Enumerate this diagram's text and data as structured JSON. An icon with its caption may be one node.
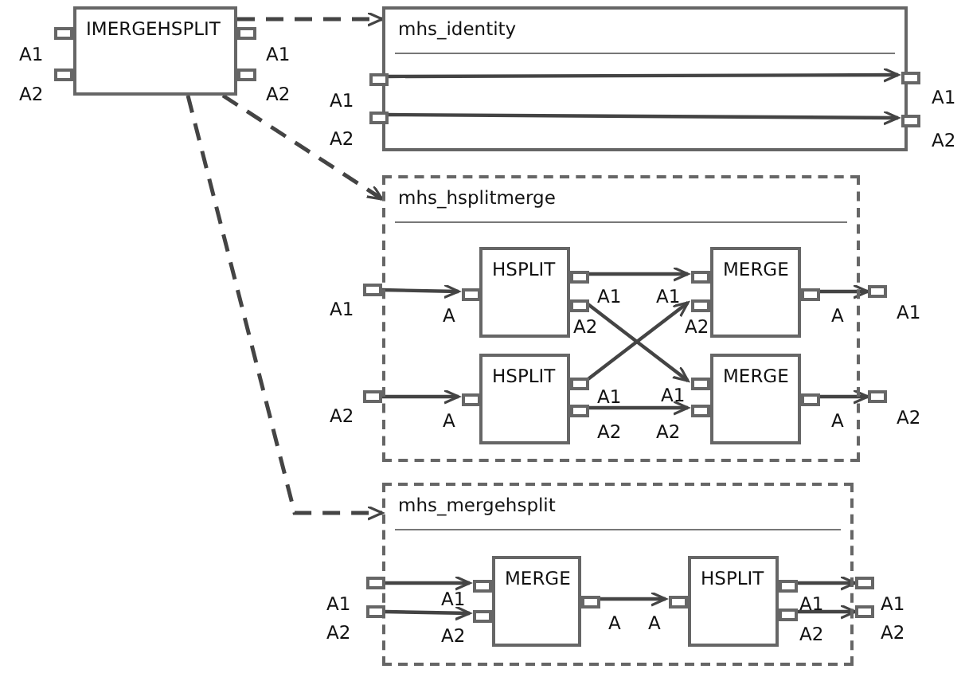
{
  "diagram": {
    "nodes": [
      {
        "text": [
          "IMERGEHSPLIT"
        ]
      },
      {
        "text": [],
        "shape": "box",
        "beside": [
          "A1"
        ]
      },
      {
        "text": [],
        "shape": "box",
        "beside": [
          "A2"
        ]
      },
      {
        "text": [],
        "shape": "box",
        "beside": [
          "A1"
        ]
      },
      {
        "text": [],
        "shape": "box",
        "beside": [
          "A2"
        ]
      },
      {
        "text": [
          "mhs_identity"
        ]
      },
      {
        "text": [],
        "shape": "box",
        "beside": [
          "A1"
        ],
        "in": 5
      },
      {
        "text": [],
        "shape": "box",
        "beside": [
          "A2"
        ],
        "in": 5
      },
      {
        "text": [],
        "shape": "box",
        "beside": [
          "A1"
        ],
        "in": 5
      },
      {
        "text": [],
        "shape": "box",
        "beside": [
          "A2"
        ],
        "in": 5
      },
      {
        "text": [
          "mhs_hsplitmerge"
        ]
      },
      {
        "text": [],
        "shape": "box",
        "beside": [
          "A1"
        ]
      },
      {
        "text": [],
        "shape": "box",
        "beside": [
          "A2"
        ]
      },
      {
        "text": [
          "HSPLIT"
        ],
        "in": 10
      },
      {
        "text": [],
        "shape": "box",
        "beside": [
          "A"
        ],
        "in": 10
      },
      {
        "text": [],
        "shape": "box",
        "beside": [
          "A1"
        ],
        "in": 10
      },
      {
        "text": [],
        "shape": "box",
        "beside": [
          "A2"
        ],
        "in": 10
      },
      {
        "text": [
          "HSPLIT"
        ],
        "in": 10
      },
      {
        "text": [],
        "shape": "box",
        "beside": [
          "A"
        ],
        "in": 10
      },
      {
        "text": [],
        "shape": "box",
        "beside": [
          "A1"
        ],
        "in": 10
      },
      {
        "text": [],
        "shape": "box",
        "beside": [
          "A2"
        ],
        "in": 10
      },
      {
        "text": [
          "MERGE"
        ],
        "in": 10
      },
      {
        "text": [],
        "shape": "box",
        "beside": [
          "A1"
        ],
        "in": 10
      },
      {
        "text": [],
        "shape": "box",
        "beside": [
          "A2"
        ],
        "in": 10
      },
      {
        "text": [],
        "shape": "box",
        "beside": [
          "A"
        ],
        "in": 10
      },
      {
        "text": [
          "MERGE"
        ],
        "in": 10
      },
      {
        "text": [],
        "shape": "box",
        "beside": [
          "A1"
        ],
        "in": 10
      },
      {
        "text": [],
        "shape": "box",
        "beside": [
          "A2"
        ],
        "in": 10
      },
      {
        "text": [],
        "shape": "box",
        "beside": [
          "A"
        ],
        "in": 10
      },
      {
        "text": [],
        "shape": "box",
        "beside": [
          "A1"
        ]
      },
      {
        "text": [],
        "shape": "box",
        "beside": [
          "A2"
        ]
      },
      {
        "text": [
          "mhs_mergehsplit"
        ]
      },
      {
        "text": [],
        "shape": "box",
        "beside": [
          "A1"
        ]
      },
      {
        "text": [],
        "shape": "box",
        "beside": [
          "A2"
        ]
      },
      {
        "text": [
          "MERGE"
        ],
        "in": 31
      },
      {
        "text": [],
        "shape": "box",
        "beside": [
          "A1"
        ],
        "in": 31
      },
      {
        "text": [],
        "shape": "box",
        "beside": [
          "A2"
        ],
        "in": 31
      },
      {
        "text": [],
        "shape": "box",
        "beside": [
          "A"
        ],
        "in": 31
      },
      {
        "text": [
          "HSPLIT"
        ],
        "in": 31
      },
      {
        "text": [],
        "shape": "box",
        "beside": [
          "A"
        ],
        "in": 31
      },
      {
        "text": [],
        "shape": "box",
        "beside": [
          "A1"
        ],
        "in": 31
      },
      {
        "text": [],
        "shape": "box",
        "beside": [
          "A2"
        ],
        "in": 31
      },
      {
        "text": [],
        "shape": "box",
        "beside": [
          "A1"
        ]
      },
      {
        "text": [],
        "shape": "box",
        "beside": [
          "A2"
        ]
      }
    ],
    "edges": [
      {
        "from": 0,
        "to": 5,
        "arrow": "to",
        "style": "dashed"
      },
      {
        "from": 0,
        "to": 10,
        "arrow": "to",
        "style": "dashed"
      },
      {
        "from": 0,
        "to": 31,
        "arrow": "to",
        "style": "dashed"
      },
      {
        "from": 6,
        "to": 8,
        "arrow": "to"
      },
      {
        "from": 7,
        "to": 9,
        "arrow": "to"
      },
      {
        "from": 11,
        "to": 14,
        "arrow": "to"
      },
      {
        "from": 12,
        "to": 18,
        "arrow": "to"
      },
      {
        "from": 15,
        "to": 22,
        "arrow": "to"
      },
      {
        "from": 16,
        "to": 26,
        "arrow": "to"
      },
      {
        "from": 19,
        "to": 23,
        "arrow": "to"
      },
      {
        "from": 20,
        "to": 27,
        "arrow": "to"
      },
      {
        "from": 24,
        "to": 29,
        "arrow": "to"
      },
      {
        "from": 28,
        "to": 30,
        "arrow": "to"
      },
      {
        "from": 32,
        "to": 35,
        "arrow": "to"
      },
      {
        "from": 33,
        "to": 36,
        "arrow": "to"
      },
      {
        "from": 37,
        "to": 39,
        "arrow": "to"
      },
      {
        "from": 40,
        "to": 42,
        "arrow": "to"
      },
      {
        "from": 41,
        "to": 43,
        "arrow": "to"
      }
    ]
  }
}
